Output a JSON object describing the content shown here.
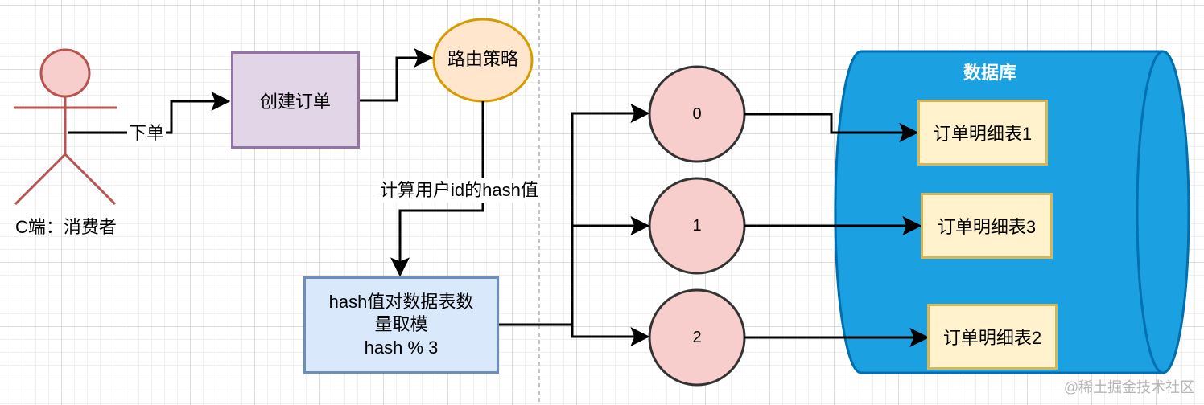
{
  "actor": {
    "label": "C端：消费者"
  },
  "edges": {
    "place_order": "下单",
    "compute_hash": "计算用户id的hash值"
  },
  "nodes": {
    "create_order": "创建订单",
    "routing": "路由策略",
    "hash_mod": {
      "line1": "hash值对数据表数",
      "line2": "量取模",
      "line3": "hash % 3"
    },
    "buckets": [
      "0",
      "1",
      "2"
    ]
  },
  "database": {
    "label": "数据库",
    "tables": [
      "订单明细表1",
      "订单明细表3",
      "订单明细表2"
    ]
  },
  "watermark": "@稀土掘金技术社区",
  "colors": {
    "actor": "#b85450",
    "actor_fill": "#f8cecc",
    "process": "#e1d5e7",
    "process_border": "#9673a6",
    "decision": "#ffe6cc",
    "decision_border": "#d79b00",
    "hash_box": "#dae8fc",
    "hash_border": "#6c8ebf",
    "bucket": "#f8cecc",
    "db": "#1ba1e2",
    "db_border": "#006eaf",
    "table": "#fff2cc",
    "table_border": "#d6b656"
  }
}
